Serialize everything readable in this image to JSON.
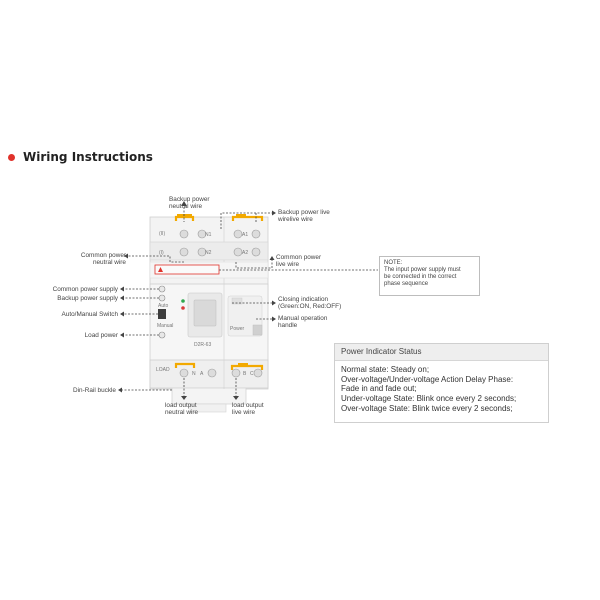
{
  "section": {
    "title": "Wiring Instructions"
  },
  "device": {
    "model": "D2R-63",
    "top_port_labels": [
      "N1",
      "A1",
      "N2",
      "A2"
    ],
    "circle_marks": [
      "(I)",
      "(II)"
    ],
    "load_tag": "LOAD",
    "load_terminals": [
      "N",
      "A",
      "B",
      "C"
    ],
    "manual_tag": "Manual",
    "auto_tag": "Auto",
    "power_tag": "Power"
  },
  "labels": {
    "backup_neutral": [
      "Backup power",
      "neutral wire"
    ],
    "backup_live": [
      "Backup power live",
      "wirelive wire"
    ],
    "common_neutral": [
      "Common power",
      "neutral wire"
    ],
    "common_live": [
      "Common power",
      "live wire"
    ],
    "common_supply": "Common power supply",
    "backup_supply": "Backup power supply",
    "auto_manual": "Auto/Manual Switch",
    "load_power": "Load power",
    "closing_indication": [
      "Closing indication",
      "(Green:ON, Red:OFF)"
    ],
    "manual_handle": [
      "Manual operation",
      "handle"
    ],
    "din_rail": "Din-Rail buckle",
    "load_neutral": [
      "load output",
      "neutral wire"
    ],
    "load_live": [
      "load output",
      "live wire"
    ]
  },
  "note": {
    "title": "NOTE:",
    "lines": [
      "The input power supply must",
      "be connected in the correct",
      "phase sequence"
    ]
  },
  "status_panel": {
    "title": "Power Indicator Status",
    "lines": [
      "Normal state: Steady on;",
      "Over-voltage/Under-voltage Action Delay Phase:",
      "Fade in and fade out;",
      "Under-voltage State: Blink once every 2 seconds;",
      "Over-voltage State: Blink twice every 2 seconds;"
    ]
  },
  "colors": {
    "accent_red": "#e0322b",
    "wire_orange": "#f2a900",
    "led_green": "#2fa84f",
    "led_red": "#d93a3a"
  }
}
